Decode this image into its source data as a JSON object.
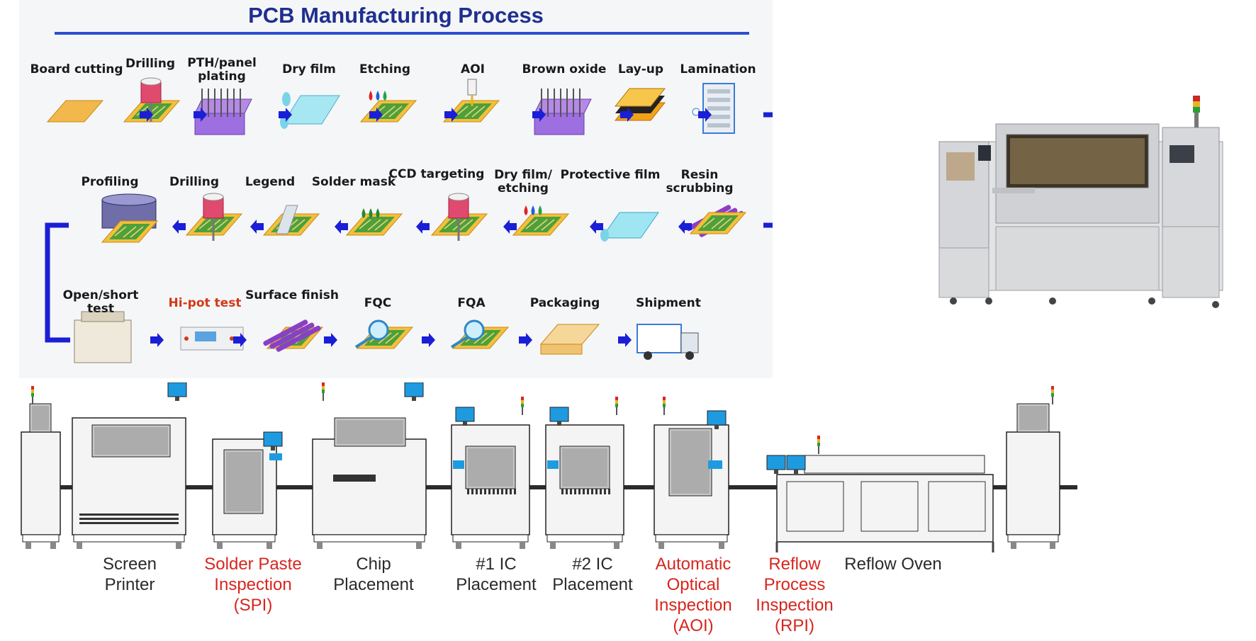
{
  "pcb_process": {
    "title": "PCB Manufacturing Process",
    "row1": [
      "Board cutting",
      "Drilling",
      "PTH/panel plating",
      "Dry film",
      "Etching",
      "AOI",
      "Brown oxide",
      "Lay-up",
      "Lamination"
    ],
    "row2": [
      "Resin scrubbing",
      "Protective film",
      "Dry film/ etching",
      "CCD targeting",
      "Solder mask",
      "Legend",
      "Drilling",
      "Profiling"
    ],
    "row3": [
      "Open/short test",
      "Hi-pot test",
      "Surface finish",
      "FQC",
      "FQA",
      "Packaging",
      "Shipment"
    ],
    "highlight_step": "Hi-pot test",
    "colors": {
      "title": "#1f2f8f",
      "arrow": "#1a1fd6",
      "highlight": "#d23a16"
    }
  },
  "smt_line": {
    "stations": [
      {
        "label": "Screen Printer",
        "inspection": false
      },
      {
        "label": "Solder Paste Inspection (SPI)",
        "inspection": true
      },
      {
        "label": "Chip Placement",
        "inspection": false
      },
      {
        "label": "#1 IC Placement",
        "inspection": false
      },
      {
        "label": "#2 IC Placement",
        "inspection": false
      },
      {
        "label": "Automatic Optical Inspection (AOI)",
        "inspection": true
      },
      {
        "label": "Reflow Process Inspection (RPI)",
        "inspection": true
      },
      {
        "label": "Reflow Oven",
        "inspection": false
      }
    ],
    "colors": {
      "inspection": "#d7261e",
      "normal": "#2a2a2a",
      "screen": "#1e9be0"
    }
  },
  "photo": {
    "subject": "SMT machine photo"
  }
}
